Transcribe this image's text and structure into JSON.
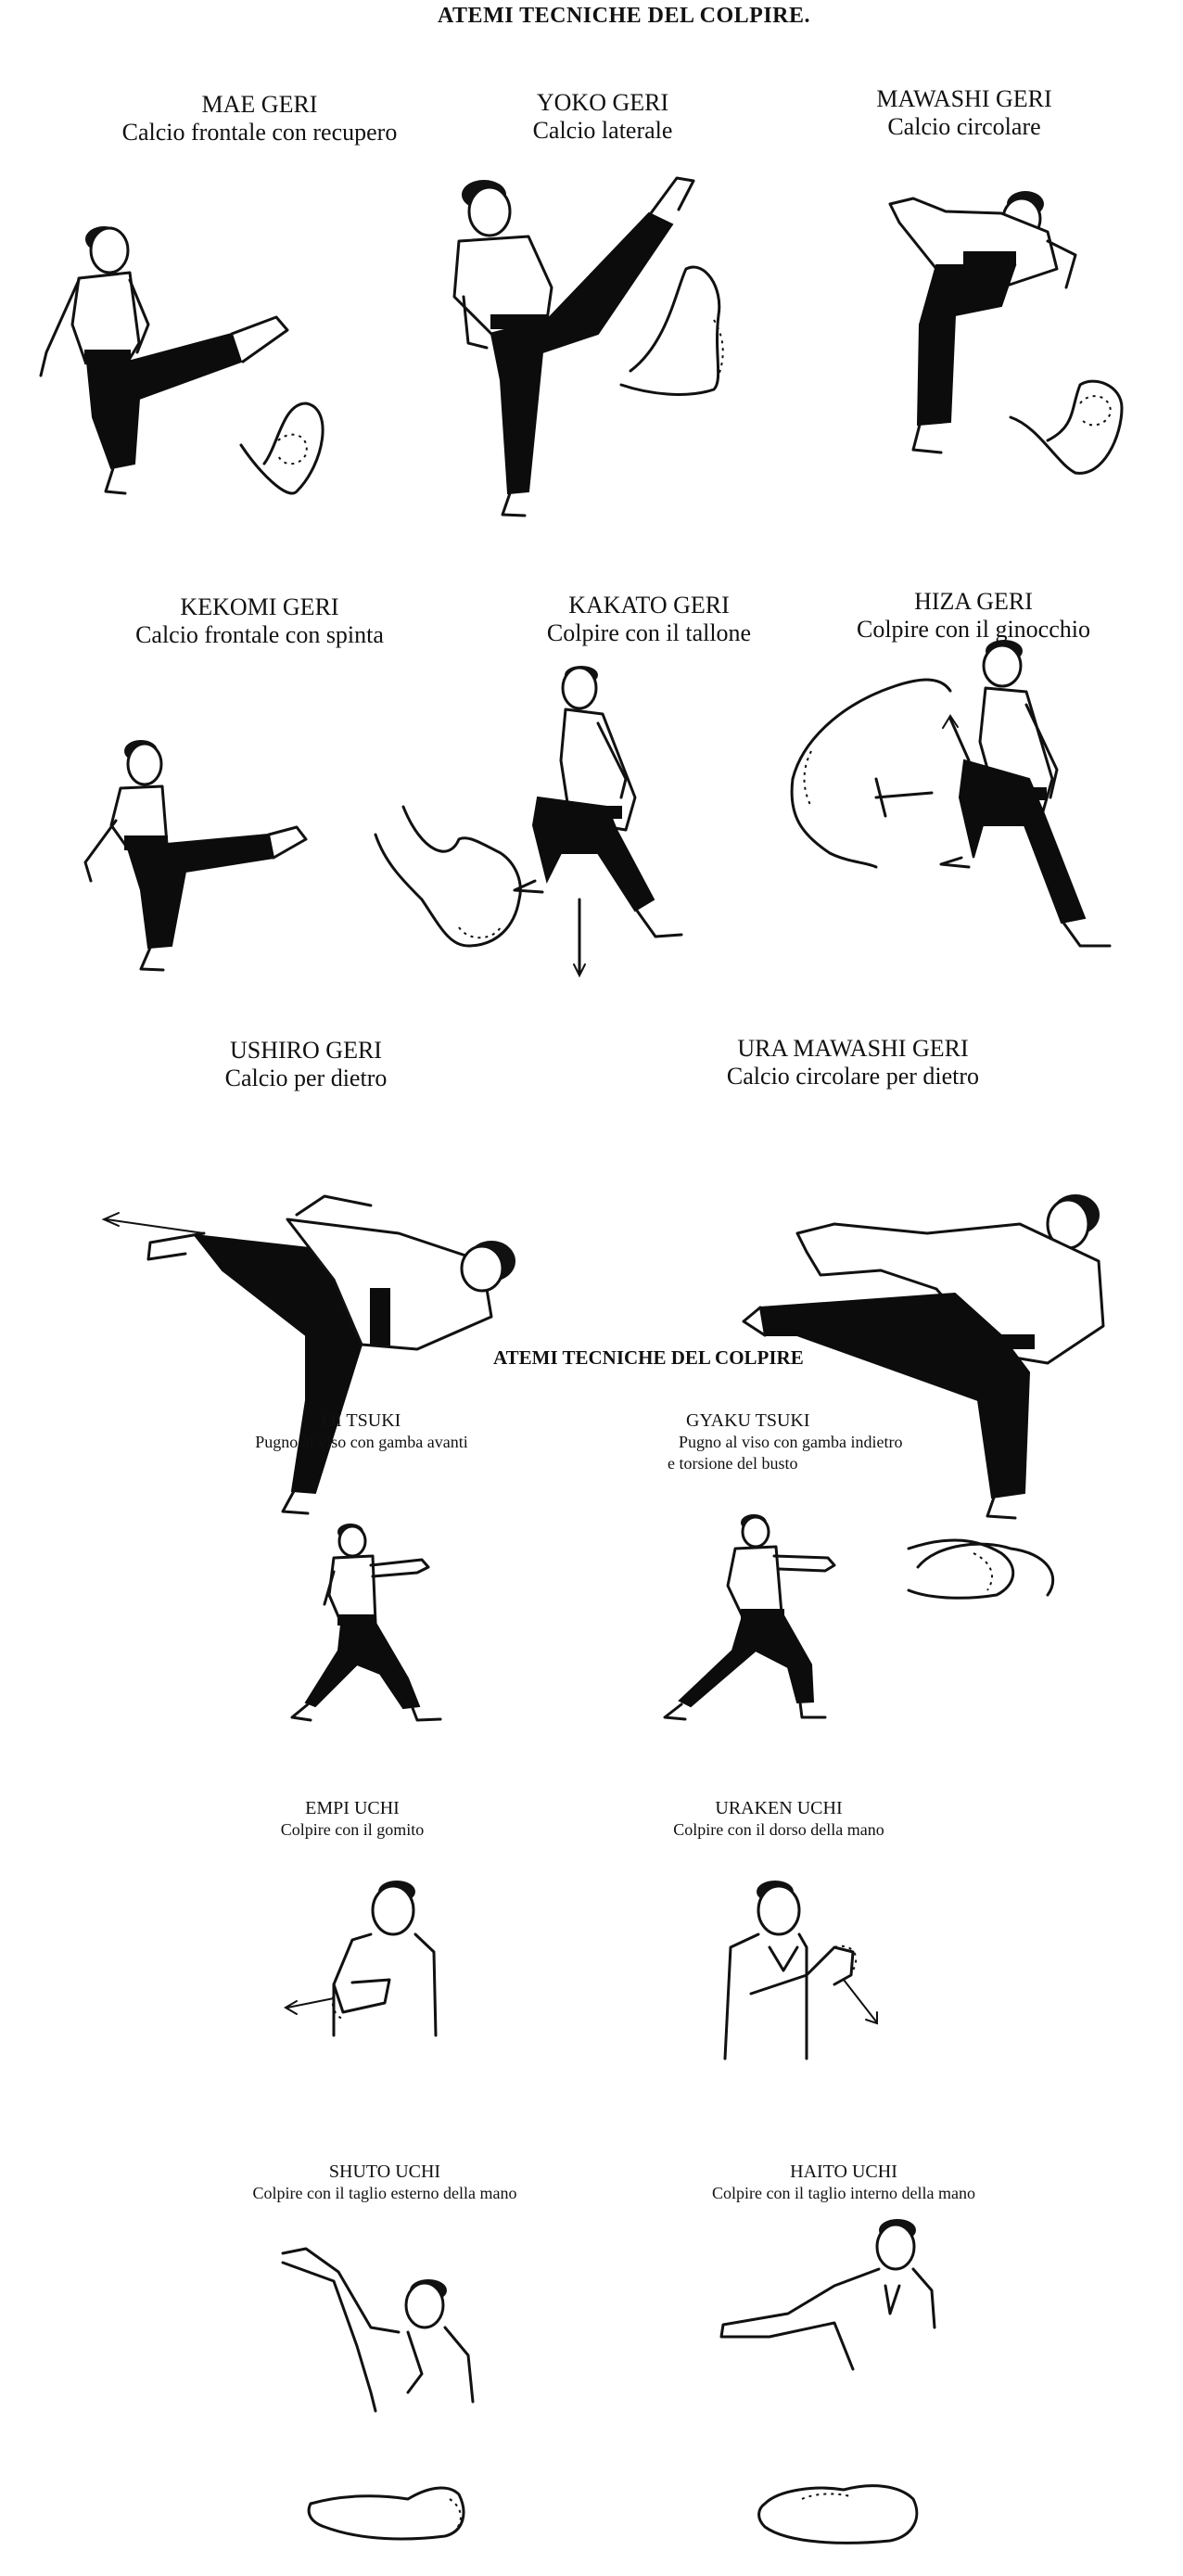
{
  "page_title": "ATEMI TECNICHE DEL COLPIRE.",
  "page_title_repeat": "ATEMI TECNICHE DEL COLPIRE",
  "kicks": [
    {
      "name": "MAE  GERI",
      "desc": "Calcio frontale con recupero"
    },
    {
      "name": "YOKO GERI",
      "desc": "Calcio laterale"
    },
    {
      "name": "MAWASHI GERI",
      "desc": "Calcio circolare"
    },
    {
      "name": "KEKOMI GERI",
      "desc": "Calcio frontale con spinta"
    },
    {
      "name": "KAKATO  GERI",
      "desc": "Colpire con il tallone"
    },
    {
      "name": "HIZA GERI",
      "desc": "Colpire con il ginocchio"
    },
    {
      "name": "USHIRO GERI",
      "desc": "Calcio per dietro"
    },
    {
      "name": "URA MAWASHI GERI",
      "desc": "Calcio circolare per dietro"
    }
  ],
  "strikes": [
    {
      "name": "OI TSUKI",
      "desc": "Pugno al viso con gamba avanti",
      "desc2": ""
    },
    {
      "name": "GYAKU TSUKI",
      "desc": "Pugno al viso con gamba indietro",
      "desc2": "e torsione del busto"
    },
    {
      "name": "EMPI UCHI",
      "desc": "Colpire con il gomito",
      "desc2": ""
    },
    {
      "name": "URAKEN UCHI",
      "desc": "Colpire con il dorso della mano",
      "desc2": ""
    },
    {
      "name": "SHUTO UCHI",
      "desc": "Colpire con il taglio esterno della mano",
      "desc2": ""
    },
    {
      "name": "HAITO  UCHI",
      "desc": "Colpire con il taglio interno della mano",
      "desc2": ""
    }
  ]
}
